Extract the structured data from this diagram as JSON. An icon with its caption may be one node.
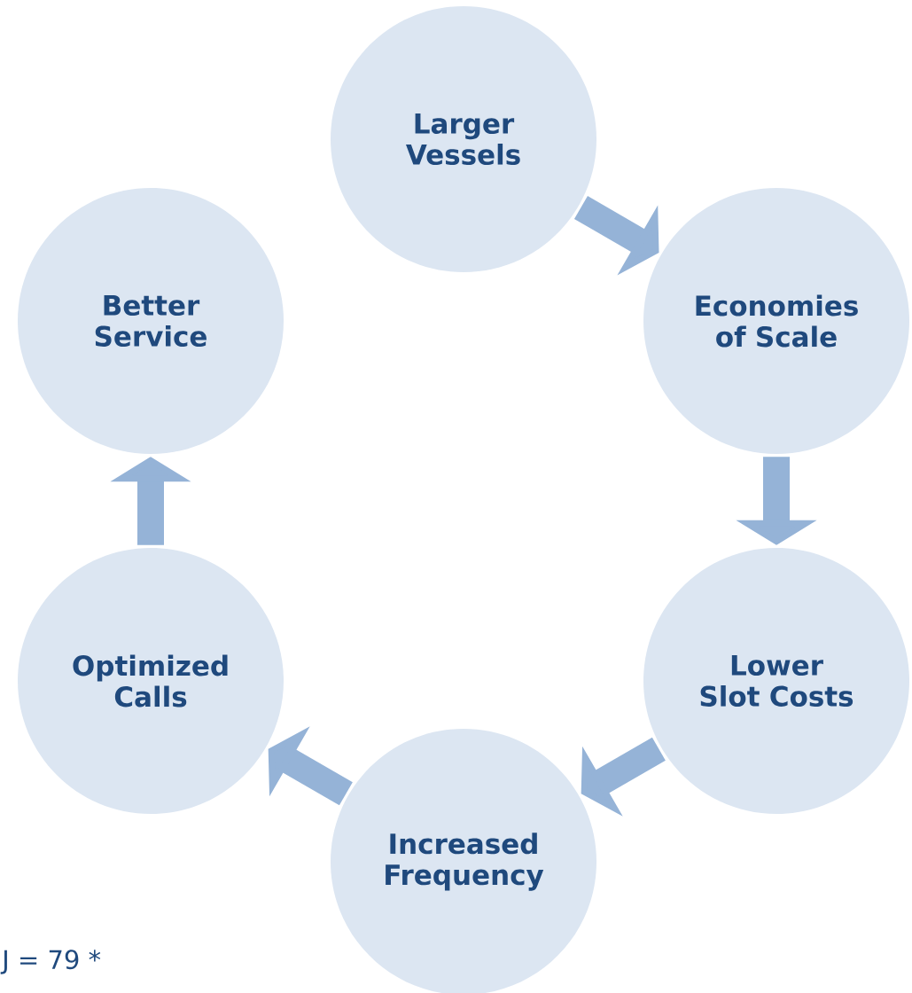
{
  "diagram": {
    "nodes": [
      {
        "text": [
          "Larger Vessels"
        ]
      },
      {
        "text": [
          "Economies of Scale"
        ]
      },
      {
        "text": [
          "Lower Slot Costs"
        ]
      },
      {
        "text": [
          "Increased Frequency"
        ]
      },
      {
        "text": [
          "Optimized Calls"
        ]
      },
      {
        "text": [
          "Better Service"
        ]
      }
    ],
    "edges": [
      {
        "from": 0,
        "to": 1,
        "arrow": "to"
      },
      {
        "from": 1,
        "to": 2,
        "arrow": "to"
      },
      {
        "from": 2,
        "to": 3,
        "arrow": "to"
      },
      {
        "from": 3,
        "to": 4,
        "arrow": "to"
      },
      {
        "from": 4,
        "to": 5,
        "arrow": "to"
      }
    ],
    "labels": [
      "J = 79 *"
    ]
  }
}
